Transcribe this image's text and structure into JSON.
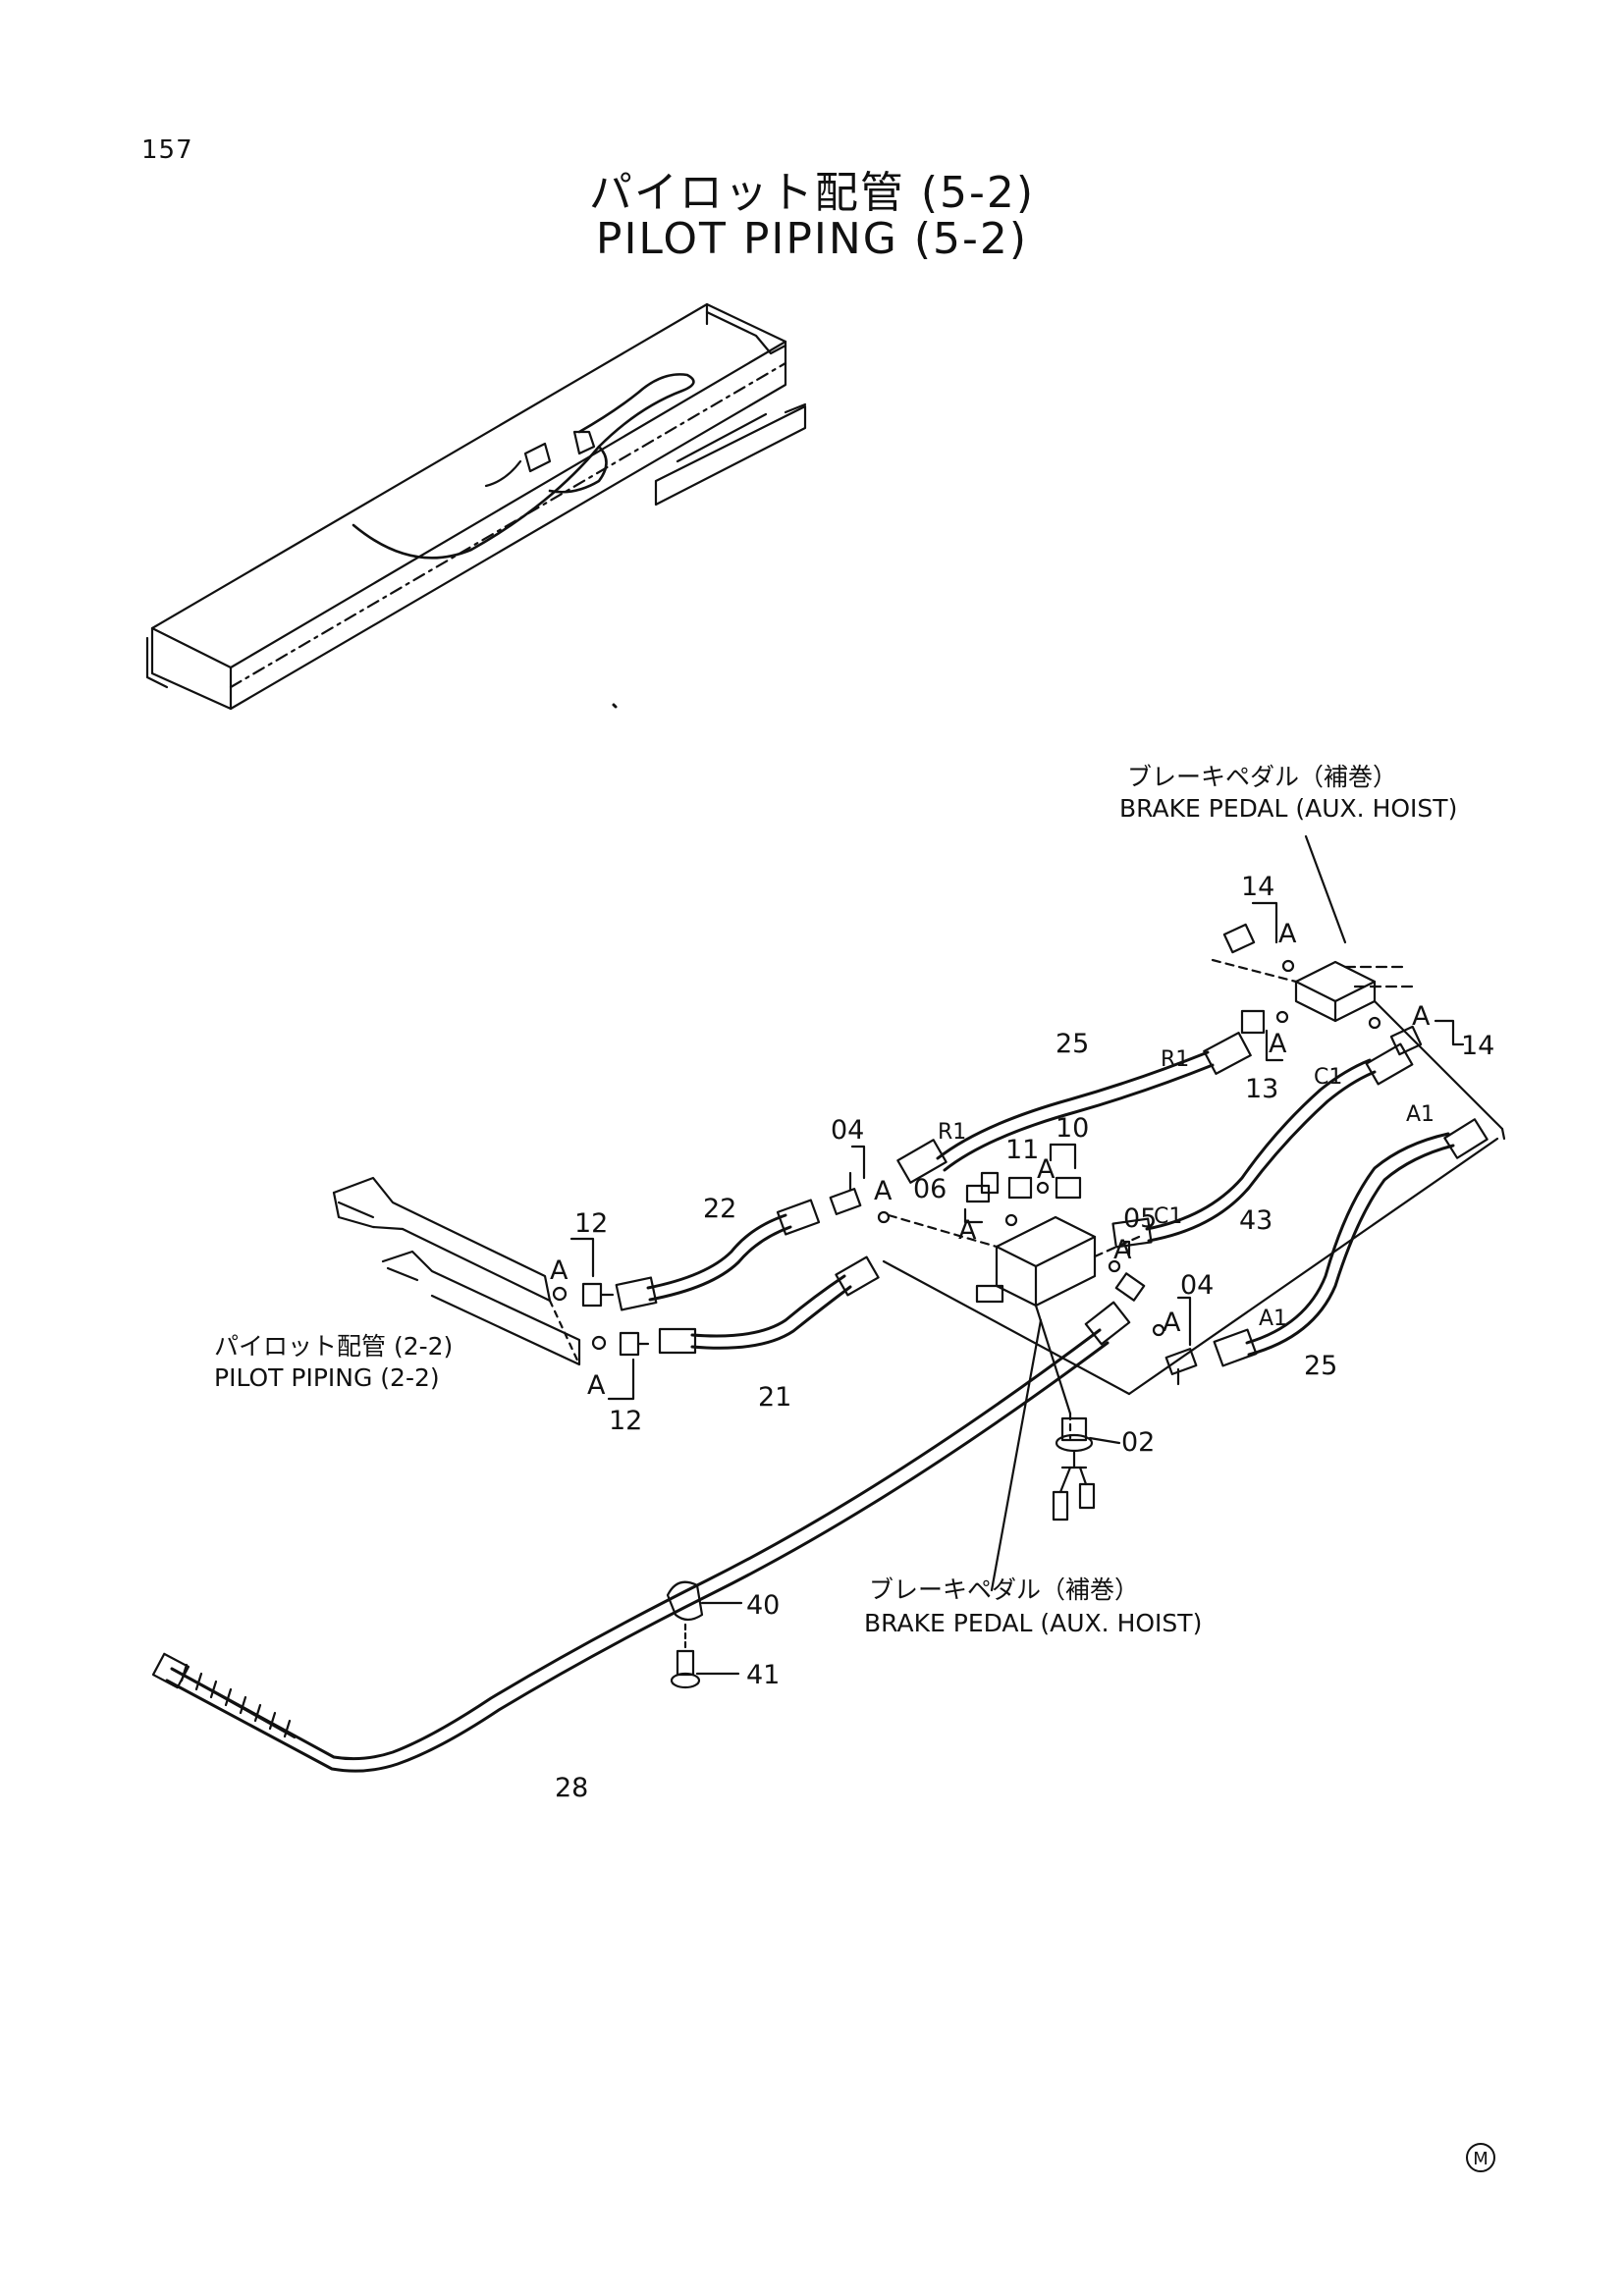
{
  "page_number": "157",
  "title_jp": "パイロット配管 (5-2)",
  "title_en": "PILOT PIPING (5-2)",
  "callouts": {
    "brake_pedal_top_jp": "ブレーキペダル（補巻）",
    "brake_pedal_top_en": "BRAKE PEDAL (AUX. HOIST)",
    "brake_pedal_bottom_jp": "ブレーキペダル（補巻）",
    "brake_pedal_bottom_en": "BRAKE PEDAL (AUX. HOIST)",
    "pilot_piping_jp": "パイロット配管 (2-2)",
    "pilot_piping_en": "PILOT PIPING (2-2)"
  },
  "part_numbers": {
    "p02": "02",
    "p04a": "04",
    "p04b": "04",
    "p05": "05",
    "p06": "06",
    "p10": "10",
    "p11": "11",
    "p12a": "12",
    "p12b": "12",
    "p13": "13",
    "p14a": "14",
    "p14b": "14",
    "p21": "21",
    "p22": "22",
    "p25a": "25",
    "p25b": "25",
    "p28": "28",
    "p40": "40",
    "p41": "41",
    "p43": "43"
  },
  "detail_marks": {
    "a": "A",
    "r1": "R1",
    "c1": "C1",
    "a1": "A1"
  },
  "footer_mark": "M"
}
